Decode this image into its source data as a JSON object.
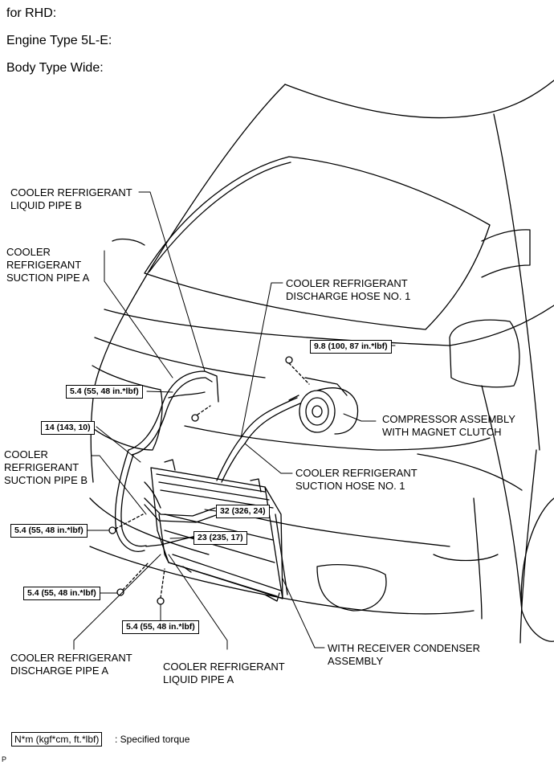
{
  "header": {
    "line1": "for RHD:",
    "line2": "Engine Type 5L-E:",
    "line3": "Body Type Wide:"
  },
  "labels": {
    "liquid_pipe_b": "COOLER REFRIGERANT\nLIQUID PIPE B",
    "suction_pipe_a": "COOLER\nREFRIGERANT\nSUCTION PIPE A",
    "discharge_hose": "COOLER REFRIGERANT\nDISCHARGE HOSE NO. 1",
    "compressor": "COMPRESSOR ASSEMBLY\nWITH MAGNET CLUTCH",
    "suction_hose": "COOLER REFRIGERANT\nSUCTION HOSE NO. 1",
    "suction_pipe_b": "COOLER\nREFRIGERANT\nSUCTION PIPE B",
    "condenser": "WITH RECEIVER CONDENSER\nASSEMBLY",
    "discharge_pipe_a": "COOLER REFRIGERANT\nDISCHARGE PIPE A",
    "liquid_pipe_a": "COOLER REFRIGERANT\nLIQUID PIPE A"
  },
  "torques": {
    "t_compressor": "9.8 (100, 87 in.*lbf)",
    "t_upper_left": "5.4 (55, 48 in.*lbf)",
    "t_14": "14 (143, 10)",
    "t_32": "32 (326, 24)",
    "t_23": "23 (235, 17)",
    "t_mid_left": "5.4 (55, 48 in.*lbf)",
    "t_lower_left": "5.4 (55, 48 in.*lbf)",
    "t_bottom": "5.4 (55, 48 in.*lbf)"
  },
  "legend": {
    "box": "N*m (kgf*cm, ft.*lbf)",
    "text": ": Specified torque"
  },
  "corner_mark": "P"
}
